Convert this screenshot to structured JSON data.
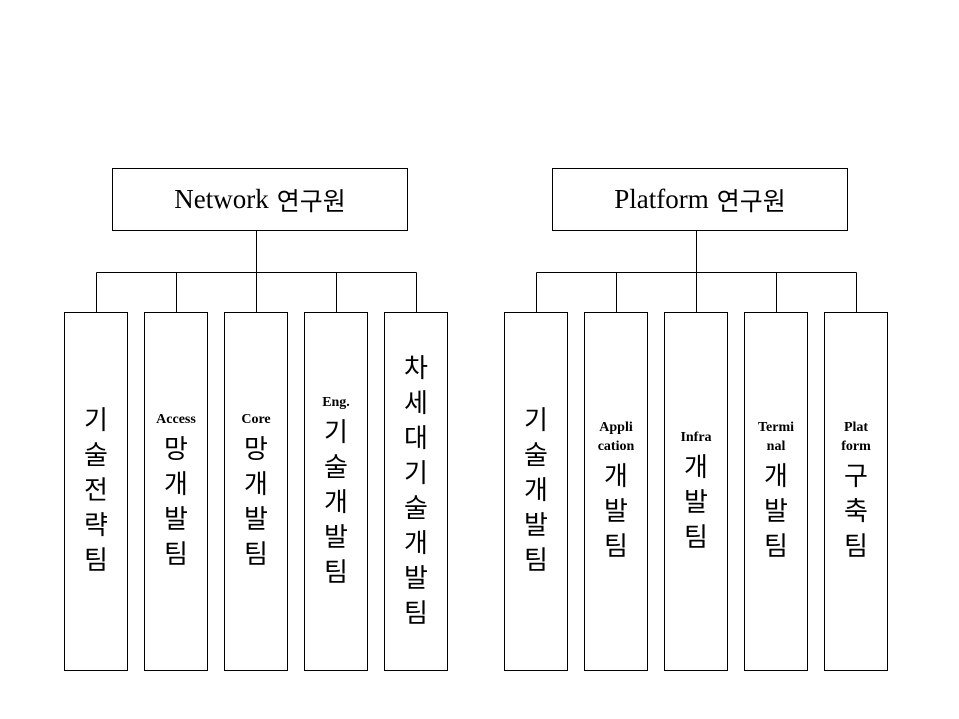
{
  "org_chart": {
    "groups": [
      {
        "title_en": "Network",
        "title_ko": "연구원",
        "teams": [
          {
            "label": "",
            "name": "기술전략팀"
          },
          {
            "label": "Access",
            "name": "망개발팀"
          },
          {
            "label": "Core",
            "name": "망개발팀"
          },
          {
            "label": "Eng.",
            "name": "기술개발팀"
          },
          {
            "label": "",
            "name": "차세대기술개발팀"
          }
        ]
      },
      {
        "title_en": "Platform",
        "title_ko": "연구원",
        "teams": [
          {
            "label": "",
            "name": "기술개발팀"
          },
          {
            "label": "Appli\ncation",
            "name": "개발팀"
          },
          {
            "label": "Infra",
            "name": "개발팀"
          },
          {
            "label": "Termi\nnal",
            "name": "개발팀"
          },
          {
            "label": "Plat\nform",
            "name": "구축팀"
          }
        ]
      }
    ]
  }
}
